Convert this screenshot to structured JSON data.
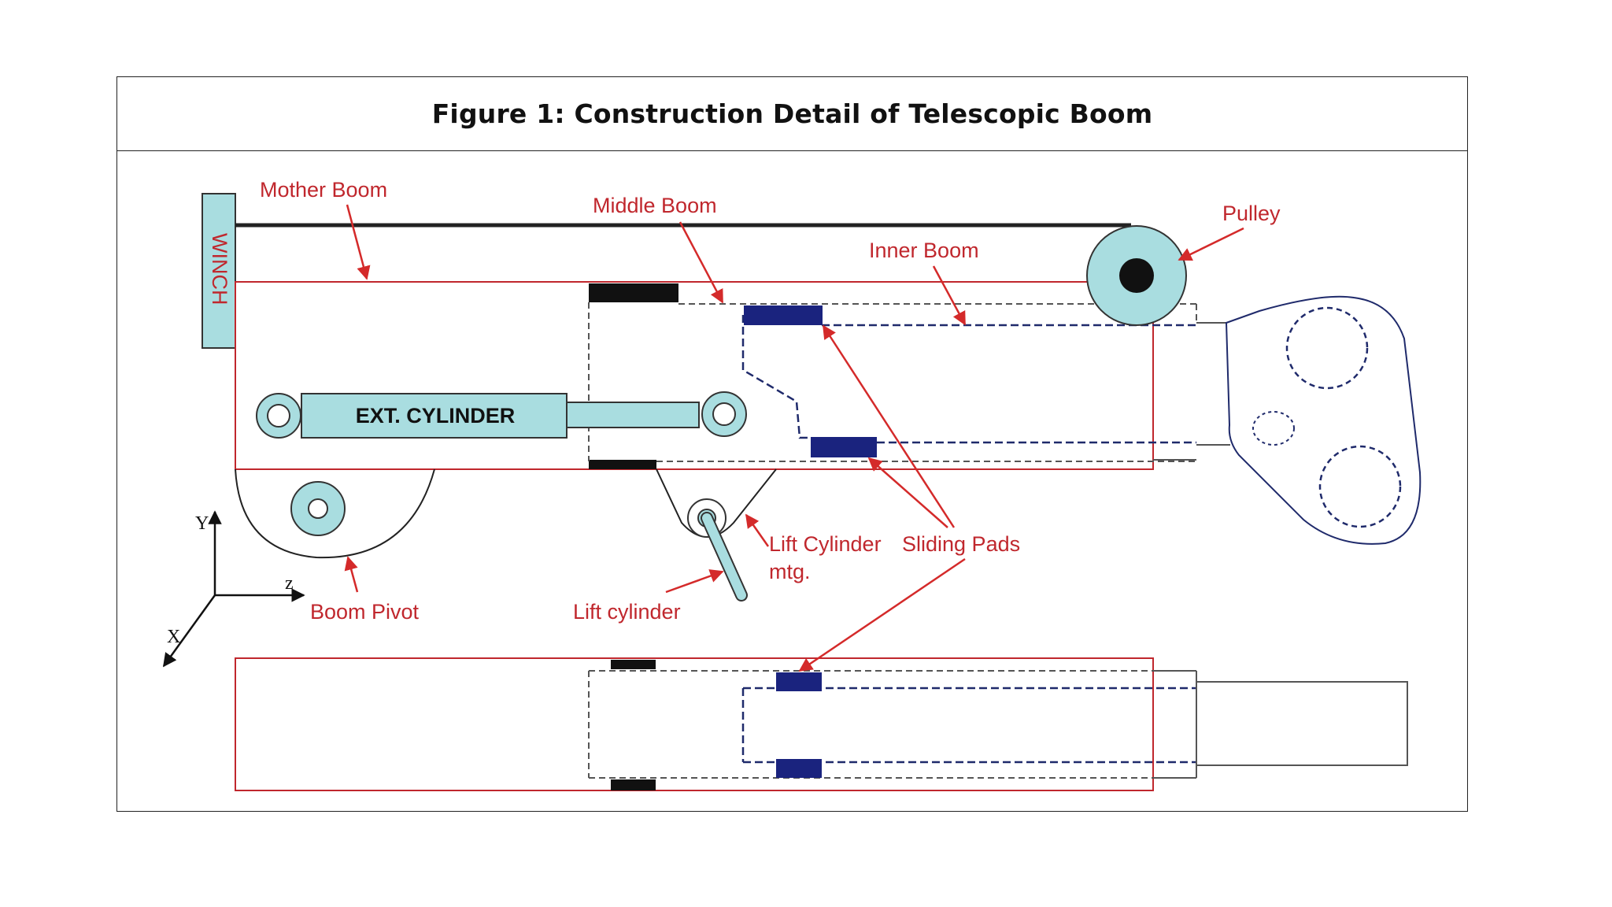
{
  "figure": {
    "title": "Figure 1: Construction Detail of Telescopic Boom"
  },
  "labels": {
    "winch": "WINCH",
    "mother_boom": "Mother Boom",
    "middle_boom": "Middle Boom",
    "inner_boom": "Inner Boom",
    "pulley": "Pulley",
    "ext_cylinder": "EXT. CYLINDER",
    "lift_cylinder_mtg_line1": "Lift Cylinder",
    "lift_cylinder_mtg_line2": "mtg.",
    "sliding_pads": "Sliding Pads",
    "boom_pivot": "Boom Pivot",
    "lift_cylinder": "Lift cylinder",
    "axis_y": "Y",
    "axis_z": "z",
    "axis_x": "X"
  },
  "colors": {
    "label_red": "#c0272d",
    "boom_outline_red": "#c0272d",
    "component_cyan": "#a9dde0",
    "sliding_pad_blue": "#1a237e",
    "wear_pad_black": "#111111",
    "dashed_line_navy": "#1f2a6b"
  }
}
